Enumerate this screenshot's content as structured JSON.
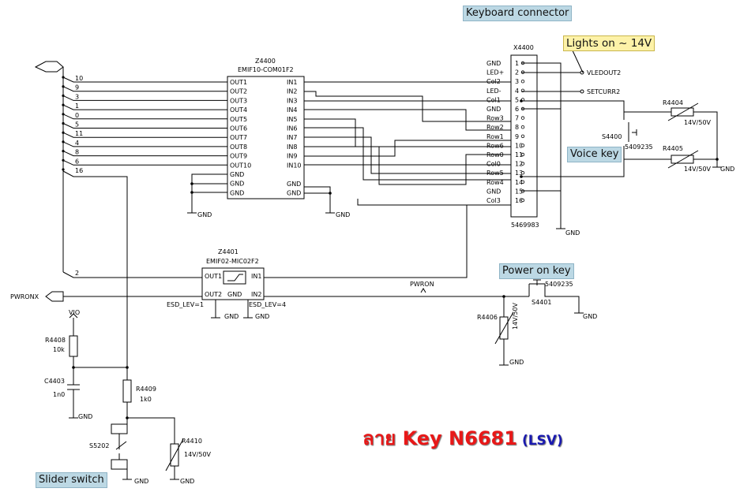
{
  "labels": {
    "keyboard_connector": "Keyboard connector",
    "lights_on": "Lights on ~ 14V",
    "voice_key": "Voice key",
    "power_on_key": "Power on key",
    "slider_switch": "Slider switch"
  },
  "title": {
    "main": "ลาย Key N6681",
    "sub": "(LSV)"
  },
  "z4400": {
    "ref": "Z4400",
    "part": "EMIF10-COM01F2",
    "left_pins": [
      "OUT1",
      "OUT2",
      "OUT3",
      "OUT4",
      "OUT5",
      "OUT6",
      "OUT7",
      "OUT8",
      "OUT9",
      "OUT10",
      "GND",
      "GND",
      "GND"
    ],
    "right_pins": [
      "IN1",
      "IN2",
      "IN3",
      "IN4",
      "IN5",
      "IN6",
      "IN7",
      "IN8",
      "IN9",
      "IN10",
      "GND",
      "GND"
    ]
  },
  "bus_numbers": [
    "10",
    "9",
    "3",
    "1",
    "0",
    "5",
    "11",
    "4",
    "8",
    "6",
    "16"
  ],
  "x4400": {
    "ref": "X4400",
    "part": "5469983",
    "signals": [
      "GND",
      "LED+",
      "Col2",
      "LED-",
      "Col1",
      "GND",
      "Row3",
      "Row2",
      "Row1",
      "Row6",
      "Row0",
      "Col0",
      "Row5",
      "Row4",
      "GND",
      "Col3"
    ],
    "pins": [
      "1",
      "2",
      "3",
      "4",
      "5",
      "6",
      "7",
      "8",
      "9",
      "10",
      "11",
      "12",
      "13",
      "14",
      "15",
      "16"
    ]
  },
  "nets": {
    "vledout": "VLEDOUT2",
    "setcurr": "SETCURR2",
    "pwron": "PWRON",
    "pwronx": "PWRONX",
    "vio": "VIO",
    "gnd": "GND"
  },
  "z4401": {
    "ref": "Z4401",
    "part": "EMIF02-MIC02F2",
    "out1": "OUT1",
    "out2": "OUT2",
    "in1": "IN1",
    "in2": "IN2",
    "gnd": "GND",
    "esd1": "ESD_LEV=1",
    "esd4": "ESD_LEV=4"
  },
  "line2": "2",
  "r4404": {
    "ref": "R4404",
    "val": "14V/50V"
  },
  "r4405": {
    "ref": "R4405",
    "val": "14V/50V"
  },
  "s4400": {
    "ref": "S4400",
    "part": "5409235"
  },
  "s4401": {
    "ref": "S4401",
    "part": "5409235"
  },
  "r4406": {
    "ref": "R4406",
    "val": "14V/50V"
  },
  "r4408": {
    "ref": "R4408",
    "val": "10k"
  },
  "c4403": {
    "ref": "C4403",
    "val": "1n0"
  },
  "r4409": {
    "ref": "R4409",
    "val": "1k0"
  },
  "r4410": {
    "ref": "R4410",
    "val": "14V/50V"
  },
  "s5202": {
    "ref": "S5202"
  }
}
